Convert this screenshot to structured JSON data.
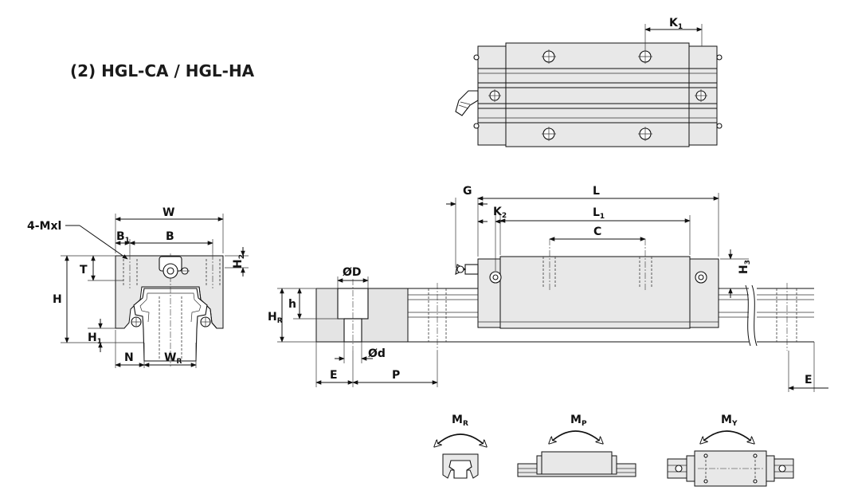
{
  "title": "(2) HGL-CA / HGL-HA",
  "top_view": {
    "k1": {
      "main": "K",
      "sub": "1"
    }
  },
  "front_view": {
    "w": "W",
    "b1": {
      "main": "B",
      "sub": "1"
    },
    "b": "B",
    "mxl": "4-Mxl",
    "t": "T",
    "h2": {
      "main": "H",
      "sub": "2"
    },
    "h": "H",
    "h1": {
      "main": "H",
      "sub": "1"
    },
    "n": "N",
    "wr": {
      "main": "W",
      "sub": "R"
    }
  },
  "side_view": {
    "g": "G",
    "l": "L",
    "k2": {
      "main": "K",
      "sub": "2"
    },
    "l1": {
      "main": "L",
      "sub": "1"
    },
    "c": "C",
    "h3": {
      "main": "H",
      "sub": "3"
    },
    "od": "ØD",
    "h_small": "h",
    "hr": {
      "main": "H",
      "sub": "R"
    },
    "od_small": "Ød",
    "e_left": "E",
    "p": "P",
    "e_right": "E"
  },
  "moments": {
    "mr": {
      "main": "M",
      "sub": "R"
    },
    "mp": {
      "main": "M",
      "sub": "P"
    },
    "my": {
      "main": "M",
      "sub": "Y"
    }
  }
}
